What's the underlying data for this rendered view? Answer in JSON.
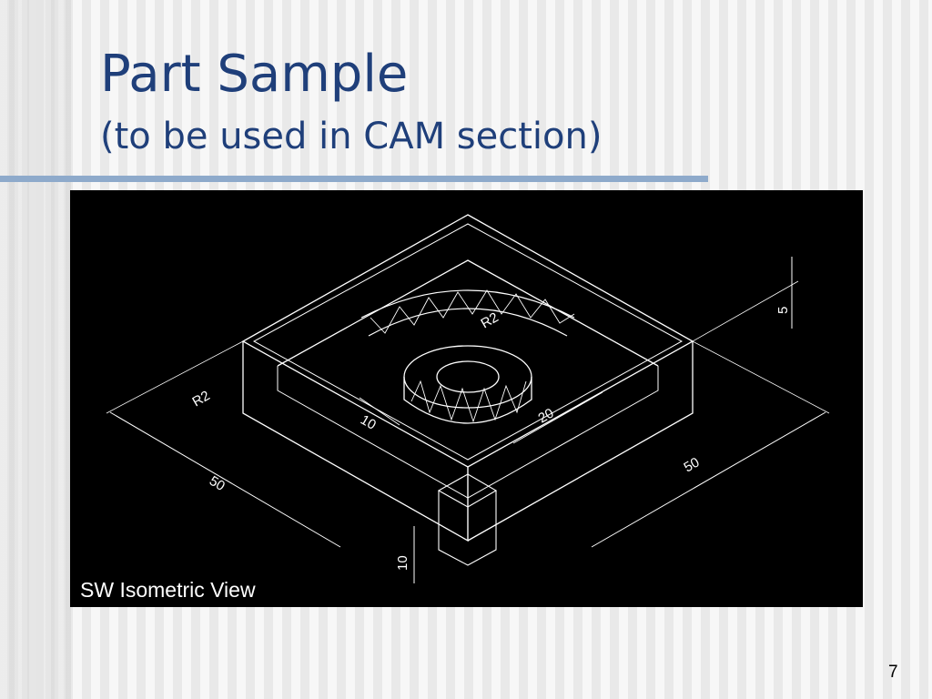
{
  "slide": {
    "title": "Part Sample",
    "subtitle": "(to be used in CAM section)",
    "page_number": "7",
    "colors": {
      "title": "#1f3f7a",
      "rule": "#8eaacb",
      "drawing_background": "#000000",
      "drawing_lines": "#ffffff"
    }
  },
  "drawing": {
    "caption": "SW Isometric View",
    "dimensions": {
      "d50_long": "50",
      "d50_short": "50",
      "d10_height": "10",
      "d5_depth": "5",
      "d20_boss": "20",
      "d10_hole": "10",
      "r2_left": "R2",
      "r2_pocket": "R2"
    }
  }
}
